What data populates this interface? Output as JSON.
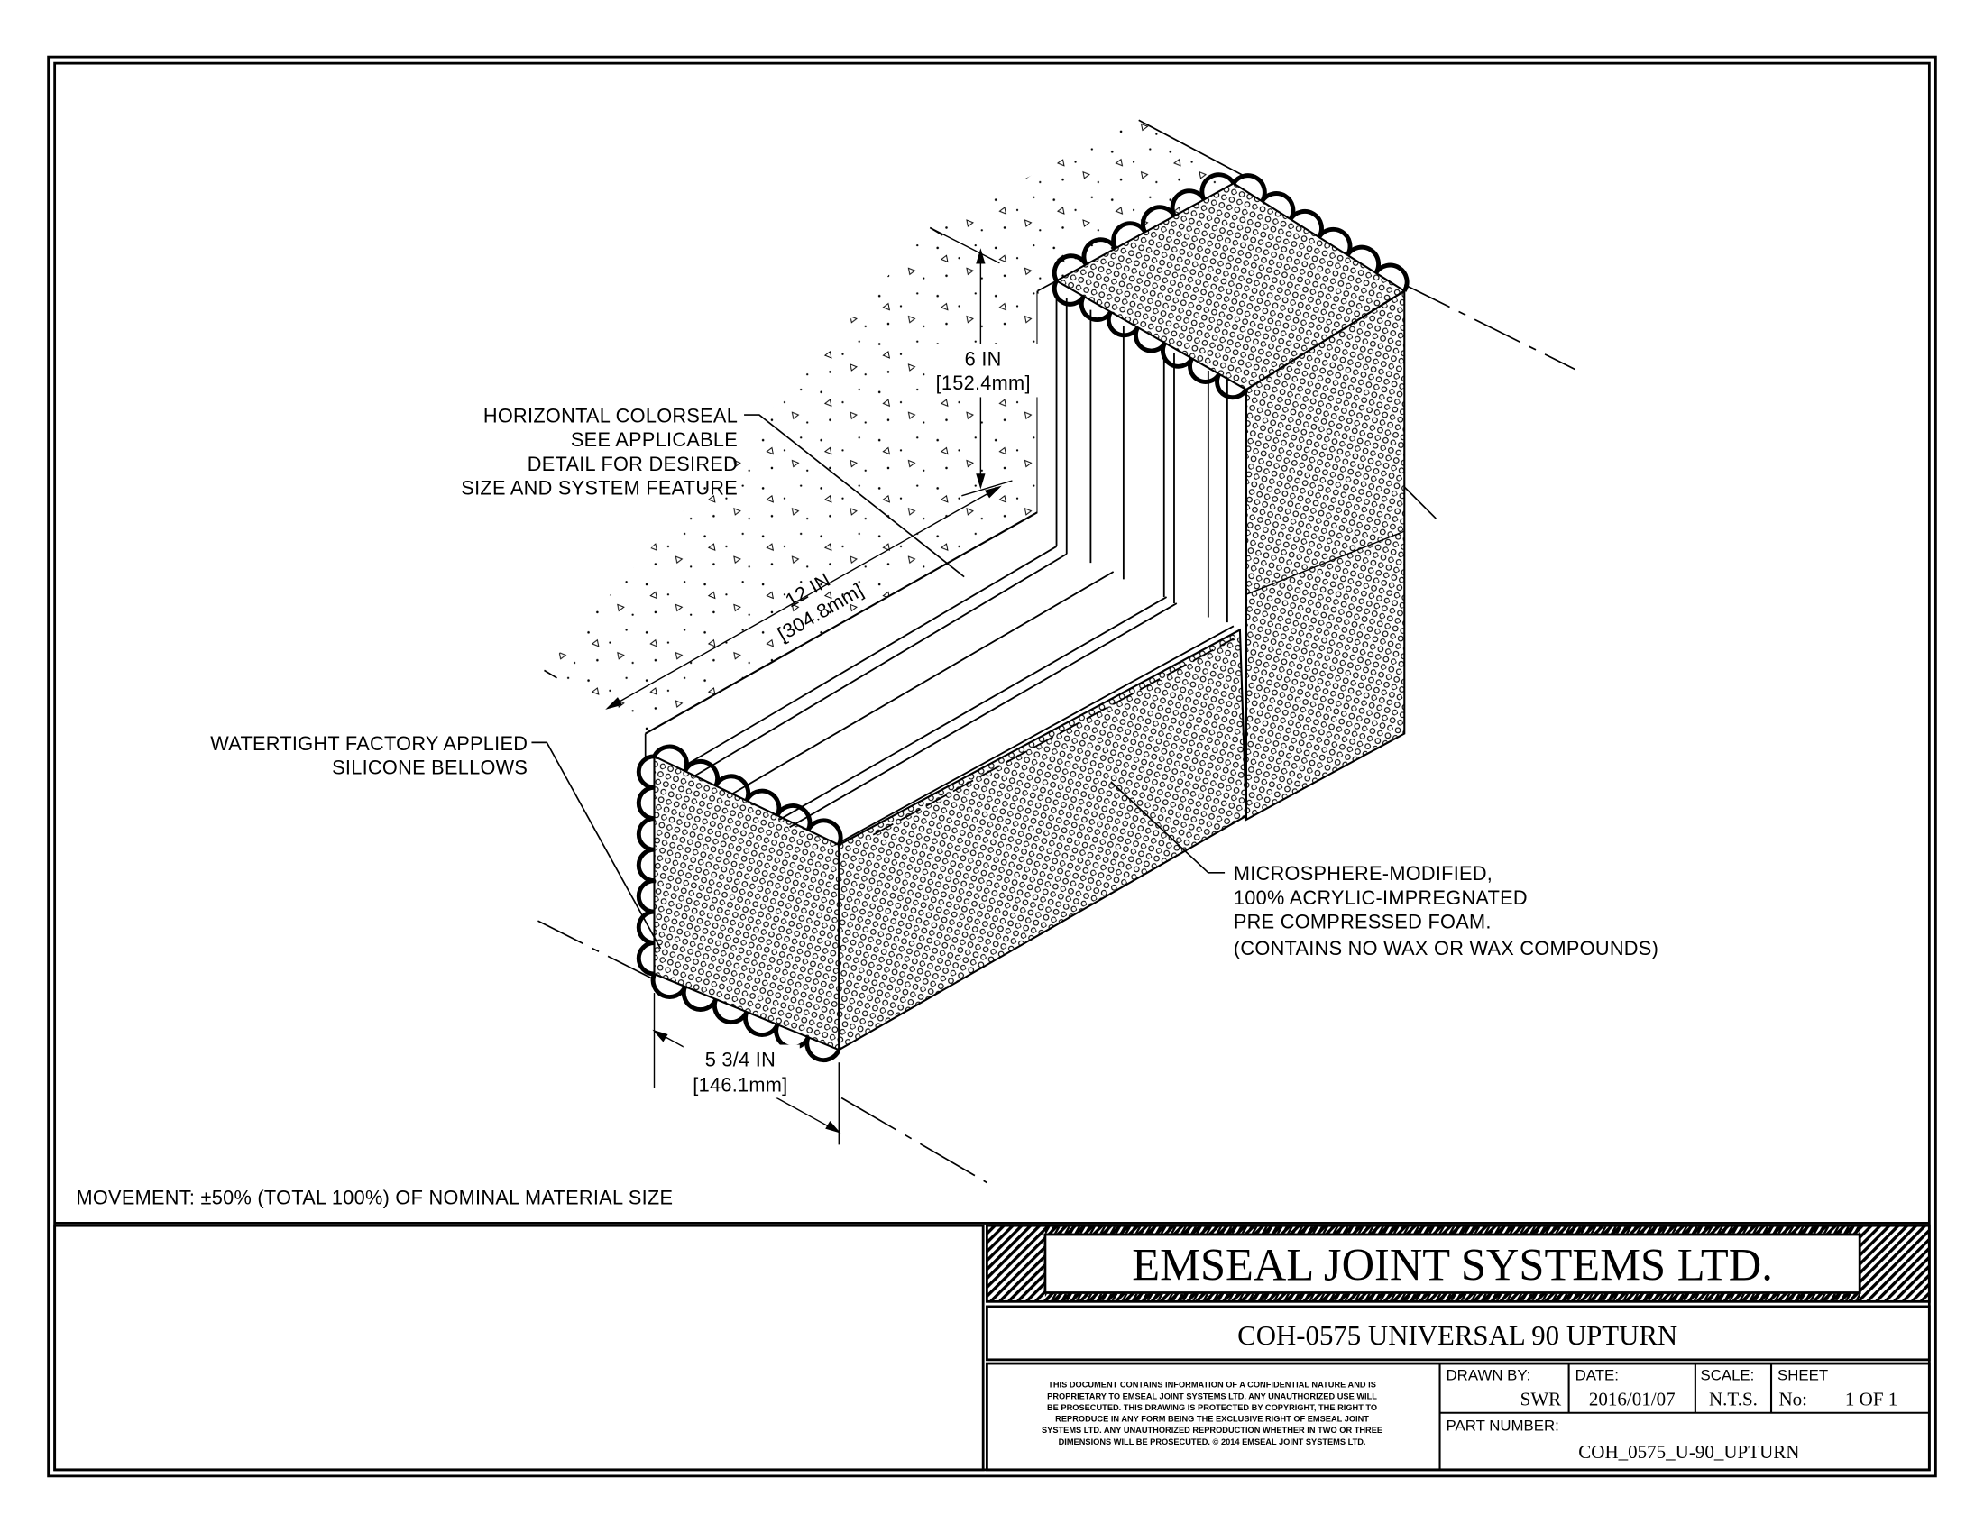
{
  "drawing": {
    "labels": {
      "colorseal": [
        "HORIZONTAL COLORSEAL",
        "SEE APPLICABLE",
        "DETAIL FOR DESIRED",
        "SIZE AND SYSTEM FEATURE"
      ],
      "bellows": [
        "WATERTIGHT FACTORY APPLIED",
        "SILICONE BELLOWS"
      ],
      "foam": [
        "MICROSPHERE-MODIFIED,",
        "100% ACRYLIC-IMPREGNATED",
        "PRE COMPRESSED FOAM.",
        "(CONTAINS NO WAX OR WAX COMPOUNDS)"
      ]
    },
    "dimensions": {
      "height": [
        "6 IN",
        "[152.4mm]"
      ],
      "length": [
        "12 IN",
        "[304.8mm]"
      ],
      "width": [
        "5 3/4 IN",
        "[146.1mm]"
      ]
    },
    "movement_note": "MOVEMENT: ±50% (TOTAL 100%) OF NOMINAL MATERIAL SIZE"
  },
  "title_block": {
    "company": "EMSEAL JOINT SYSTEMS LTD.",
    "title": "COH-0575 UNIVERSAL 90 UPTURN",
    "disclaimer": [
      "THIS DOCUMENT CONTAINS INFORMATION OF A CONFIDENTIAL NATURE AND IS",
      "PROPRIETARY TO EMSEAL JOINT SYSTEMS LTD. ANY UNAUTHORIZED USE WILL",
      "BE PROSECUTED. THIS DRAWING IS PROTECTED BY COPYRIGHT, THE RIGHT TO",
      "REPRODUCE IN ANY FORM BEING THE EXCLUSIVE RIGHT OF EMSEAL JOINT",
      "SYSTEMS LTD. ANY UNAUTHORIZED REPRODUCTION WHETHER IN TWO OR THREE",
      "DIMENSIONS WILL BE PROSECUTED. © 2014 EMSEAL JOINT SYSTEMS LTD."
    ],
    "drawn_by_label": "DRAWN BY:",
    "drawn_by": "SWR",
    "date_label": "DATE:",
    "date": "2016/01/07",
    "scale_label": "SCALE:",
    "scale": "N.T.S.",
    "sheet_label": "SHEET",
    "sheet_no_label": "No:",
    "sheet": "1 OF 1",
    "part_number_label": "PART NUMBER:",
    "part_number": "COH_0575_U-90_UPTURN"
  }
}
